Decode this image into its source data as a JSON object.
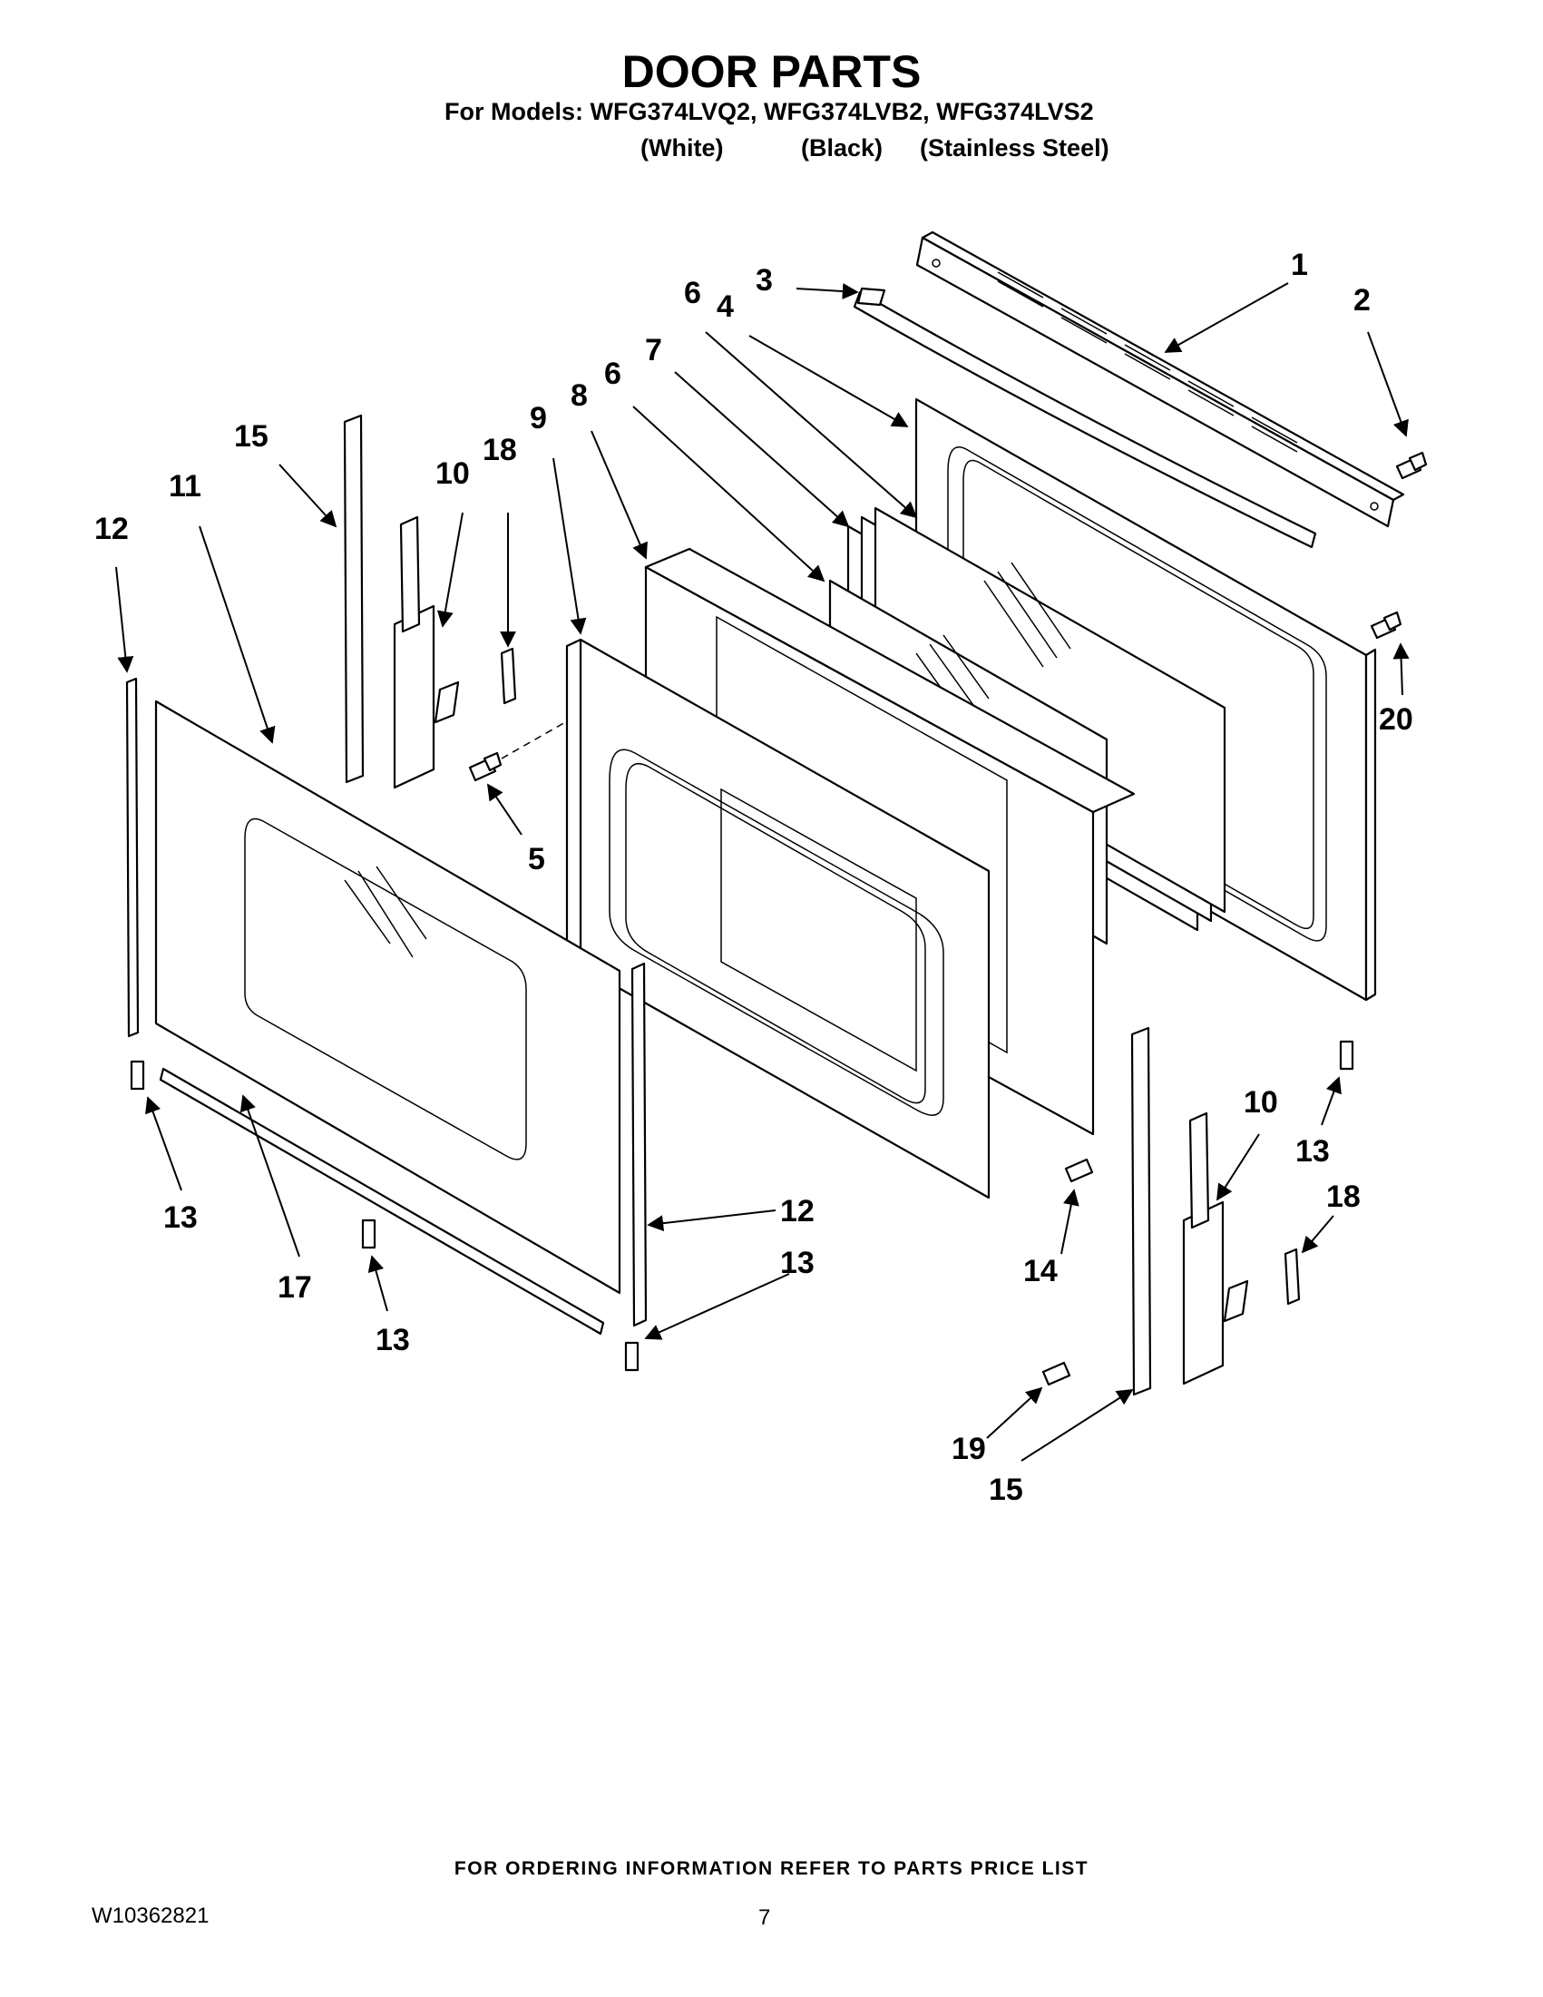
{
  "header": {
    "title": "DOOR PARTS",
    "models_line": "For Models: WFG374LVQ2, WFG374LVB2, WFG374LVS2",
    "color_white": "(White)",
    "color_black": "(Black)",
    "color_stainless": "(Stainless Steel)"
  },
  "callouts": {
    "c1": "1",
    "c2": "2",
    "c3": "3",
    "c4": "4",
    "c5": "5",
    "c6a": "6",
    "c6b": "6",
    "c7": "7",
    "c8": "8",
    "c9": "9",
    "c10a": "10",
    "c10b": "10",
    "c11": "11",
    "c12a": "12",
    "c12b": "12",
    "c13a": "13",
    "c13b": "13",
    "c13c": "13",
    "c13d": "13",
    "c14": "14",
    "c15a": "15",
    "c15b": "15",
    "c17": "17",
    "c18a": "18",
    "c18b": "18",
    "c19": "19",
    "c20": "20"
  },
  "footer": {
    "ordering_note": "FOR ORDERING INFORMATION REFER TO PARTS PRICE LIST",
    "doc_number": "W10362821",
    "page_number": "7"
  }
}
